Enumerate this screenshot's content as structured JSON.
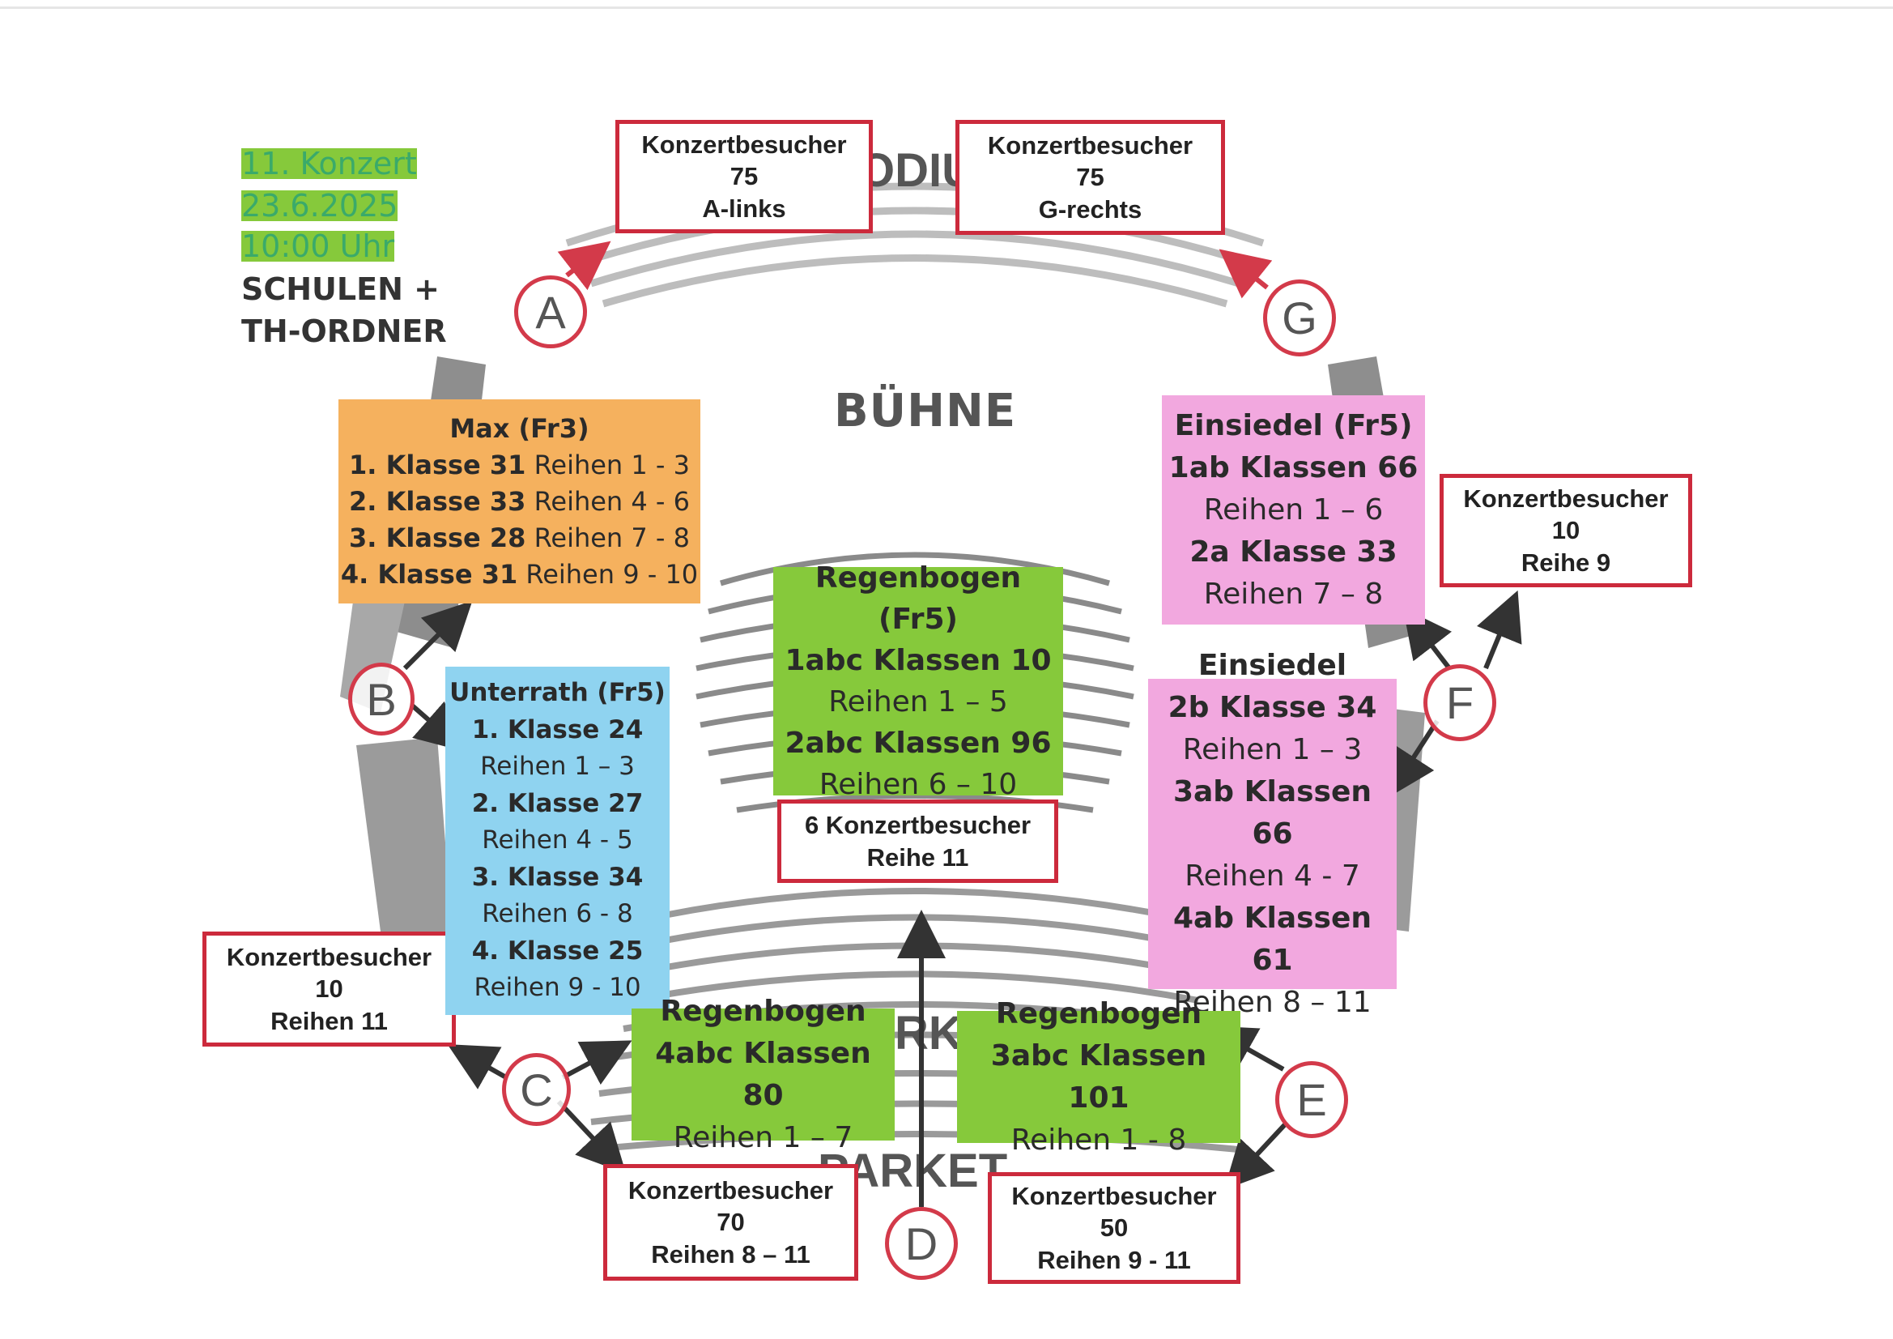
{
  "header": {
    "line1": "11. Konzert",
    "line2": "23.6.2025",
    "line3": "10:00 Uhr",
    "line4": "SCHULEN +",
    "line5": "TH-ORDNER"
  },
  "stage_label": "BÜHNE",
  "background_fragments": {
    "top": "ODIU",
    "bottom_mid": "RK",
    "bottom": "PARKET"
  },
  "markers": [
    "A",
    "B",
    "C",
    "D",
    "E",
    "F",
    "G"
  ],
  "visitor_boxes": {
    "a": {
      "title": "Konzertbesucher",
      "count": "75",
      "rows": "A-links"
    },
    "g": {
      "title": "Konzertbesucher",
      "count": "75",
      "rows": "G-rechts"
    },
    "f": {
      "title": "Konzertbesucher",
      "count": "10",
      "rows": "Reihe 9"
    },
    "left": {
      "title": "Konzertbesucher",
      "count": "10",
      "rows": "Reihen 11"
    },
    "center": {
      "title": "6 Konzertbesucher",
      "rows": "Reihe 11"
    },
    "c": {
      "title": "Konzertbesucher",
      "count": "70",
      "rows": "Reihen 8 – 11"
    },
    "e": {
      "title": "Konzertbesucher",
      "count": "50",
      "rows": "Reihen 9 - 11"
    }
  },
  "school_boxes": {
    "max": {
      "title": "Max (Fr3)",
      "lines": [
        {
          "bold": "1. Klasse 31",
          "rest": " Reihen 1 - 3"
        },
        {
          "bold": "2. Klasse 33",
          "rest": " Reihen 4 - 6"
        },
        {
          "bold": "3. Klasse 28",
          "rest": " Reihen 7 - 8"
        },
        {
          "bold": "4. Klasse 31",
          "rest": " Reihen 9 - 10"
        }
      ]
    },
    "unterrath": {
      "title": "Unterrath (Fr5)",
      "lines": [
        "1. Klasse 24",
        "Reihen 1 – 3",
        "2. Klasse 27",
        "Reihen 4 - 5",
        "3. Klasse 34",
        "Reihen 6 - 8",
        "4. Klasse 25",
        "Reihen 9 - 10"
      ]
    },
    "regenbogen_center": {
      "title": "Regenbogen (Fr5)",
      "lines": [
        "1abc Klassen 10",
        "Reihen 1 – 5",
        "2abc Klassen 96",
        "Reihen 6 – 10"
      ]
    },
    "einsiedel_top": {
      "title": "Einsiedel (Fr5)",
      "lines": [
        "1ab Klassen 66",
        "Reihen 1 – 6",
        "2a Klasse 33",
        "Reihen 7 – 8"
      ]
    },
    "einsiedel_bottom": {
      "title": "Einsiedel",
      "lines": [
        "2b Klasse 34",
        "Reihen 1 – 3",
        "3ab Klassen 66",
        "Reihen 4 - 7",
        "4ab Klassen 61",
        "Reihen 8 – 11"
      ]
    },
    "regenbogen_c": {
      "title": "Regenbogen",
      "lines": [
        "4abc Klassen 80",
        "Reihen 1 – 7"
      ]
    },
    "regenbogen_e": {
      "title": "Regenbogen",
      "lines": [
        "3abc Klassen 101",
        "Reihen 1 - 8"
      ]
    }
  },
  "colors": {
    "red_border": "#cc2a3c",
    "orange": "#f5b15e",
    "blue": "#8fd3f0",
    "green": "#86c93b",
    "pink": "#f2a8df",
    "header_green": "#3aaa6a"
  }
}
